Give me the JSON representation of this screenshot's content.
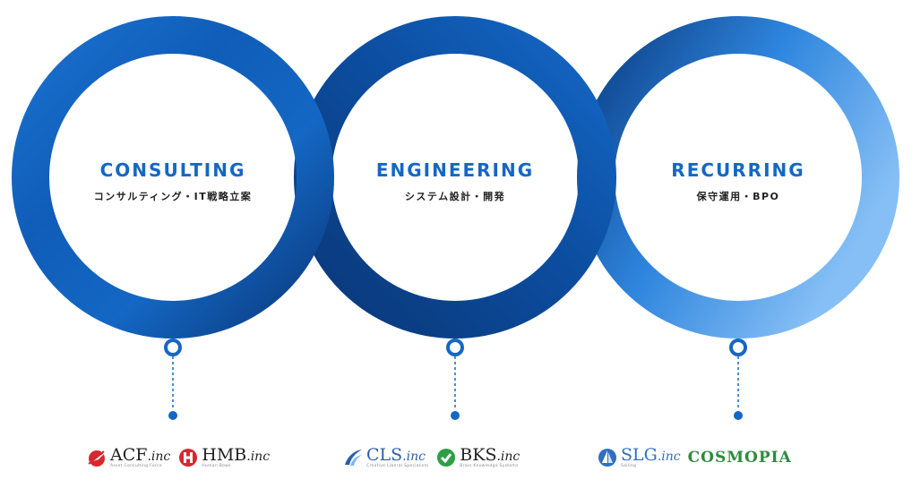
{
  "rings": [
    {
      "title": "CONSULTING",
      "subtitle": "コンサルティング・IT戦略立案"
    },
    {
      "title": "ENGINEERING",
      "subtitle": "システム設計・開発"
    },
    {
      "title": "RECURRING",
      "subtitle": "保守運用・BPO"
    }
  ],
  "logos": {
    "acf": {
      "name": "ACF",
      "suffix": ".inc",
      "tagline": "Asset Consulting Force"
    },
    "hmb": {
      "name": "HMB",
      "suffix": ".inc",
      "tagline": "Human Bows"
    },
    "cls": {
      "name": "CLS",
      "suffix": ".inc",
      "tagline": "Creative Liberal Specialists"
    },
    "bks": {
      "name": "BKS",
      "suffix": ".inc",
      "tagline": "Brain Knowledge Systems"
    },
    "slg": {
      "name": "SLG",
      "suffix": ".inc",
      "tagline": "Sailing"
    },
    "cosmopia": {
      "name": "COSMOPIA"
    }
  },
  "colors": {
    "ring_dark": "#0b3f86",
    "ring_mid": "#1467c4",
    "ring_light": "#7fb8f2",
    "dot": "#1467c4",
    "acf_red": "#d7282f",
    "cls_blue": "#2a5fa8",
    "bks_green": "#2e9e45",
    "slg_blue": "#2f6fc0",
    "cosmopia_green": "#2e8b3d"
  }
}
